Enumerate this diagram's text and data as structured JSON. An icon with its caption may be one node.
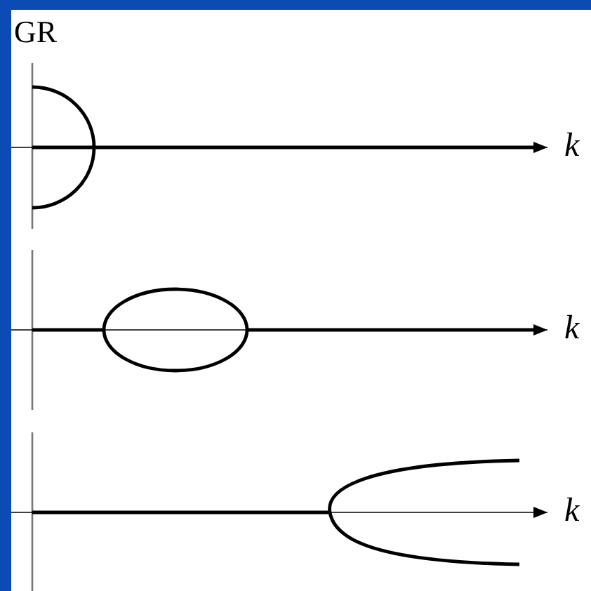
{
  "diagram": {
    "title": "GR",
    "labels": [
      "k",
      "k",
      "k"
    ]
  }
}
